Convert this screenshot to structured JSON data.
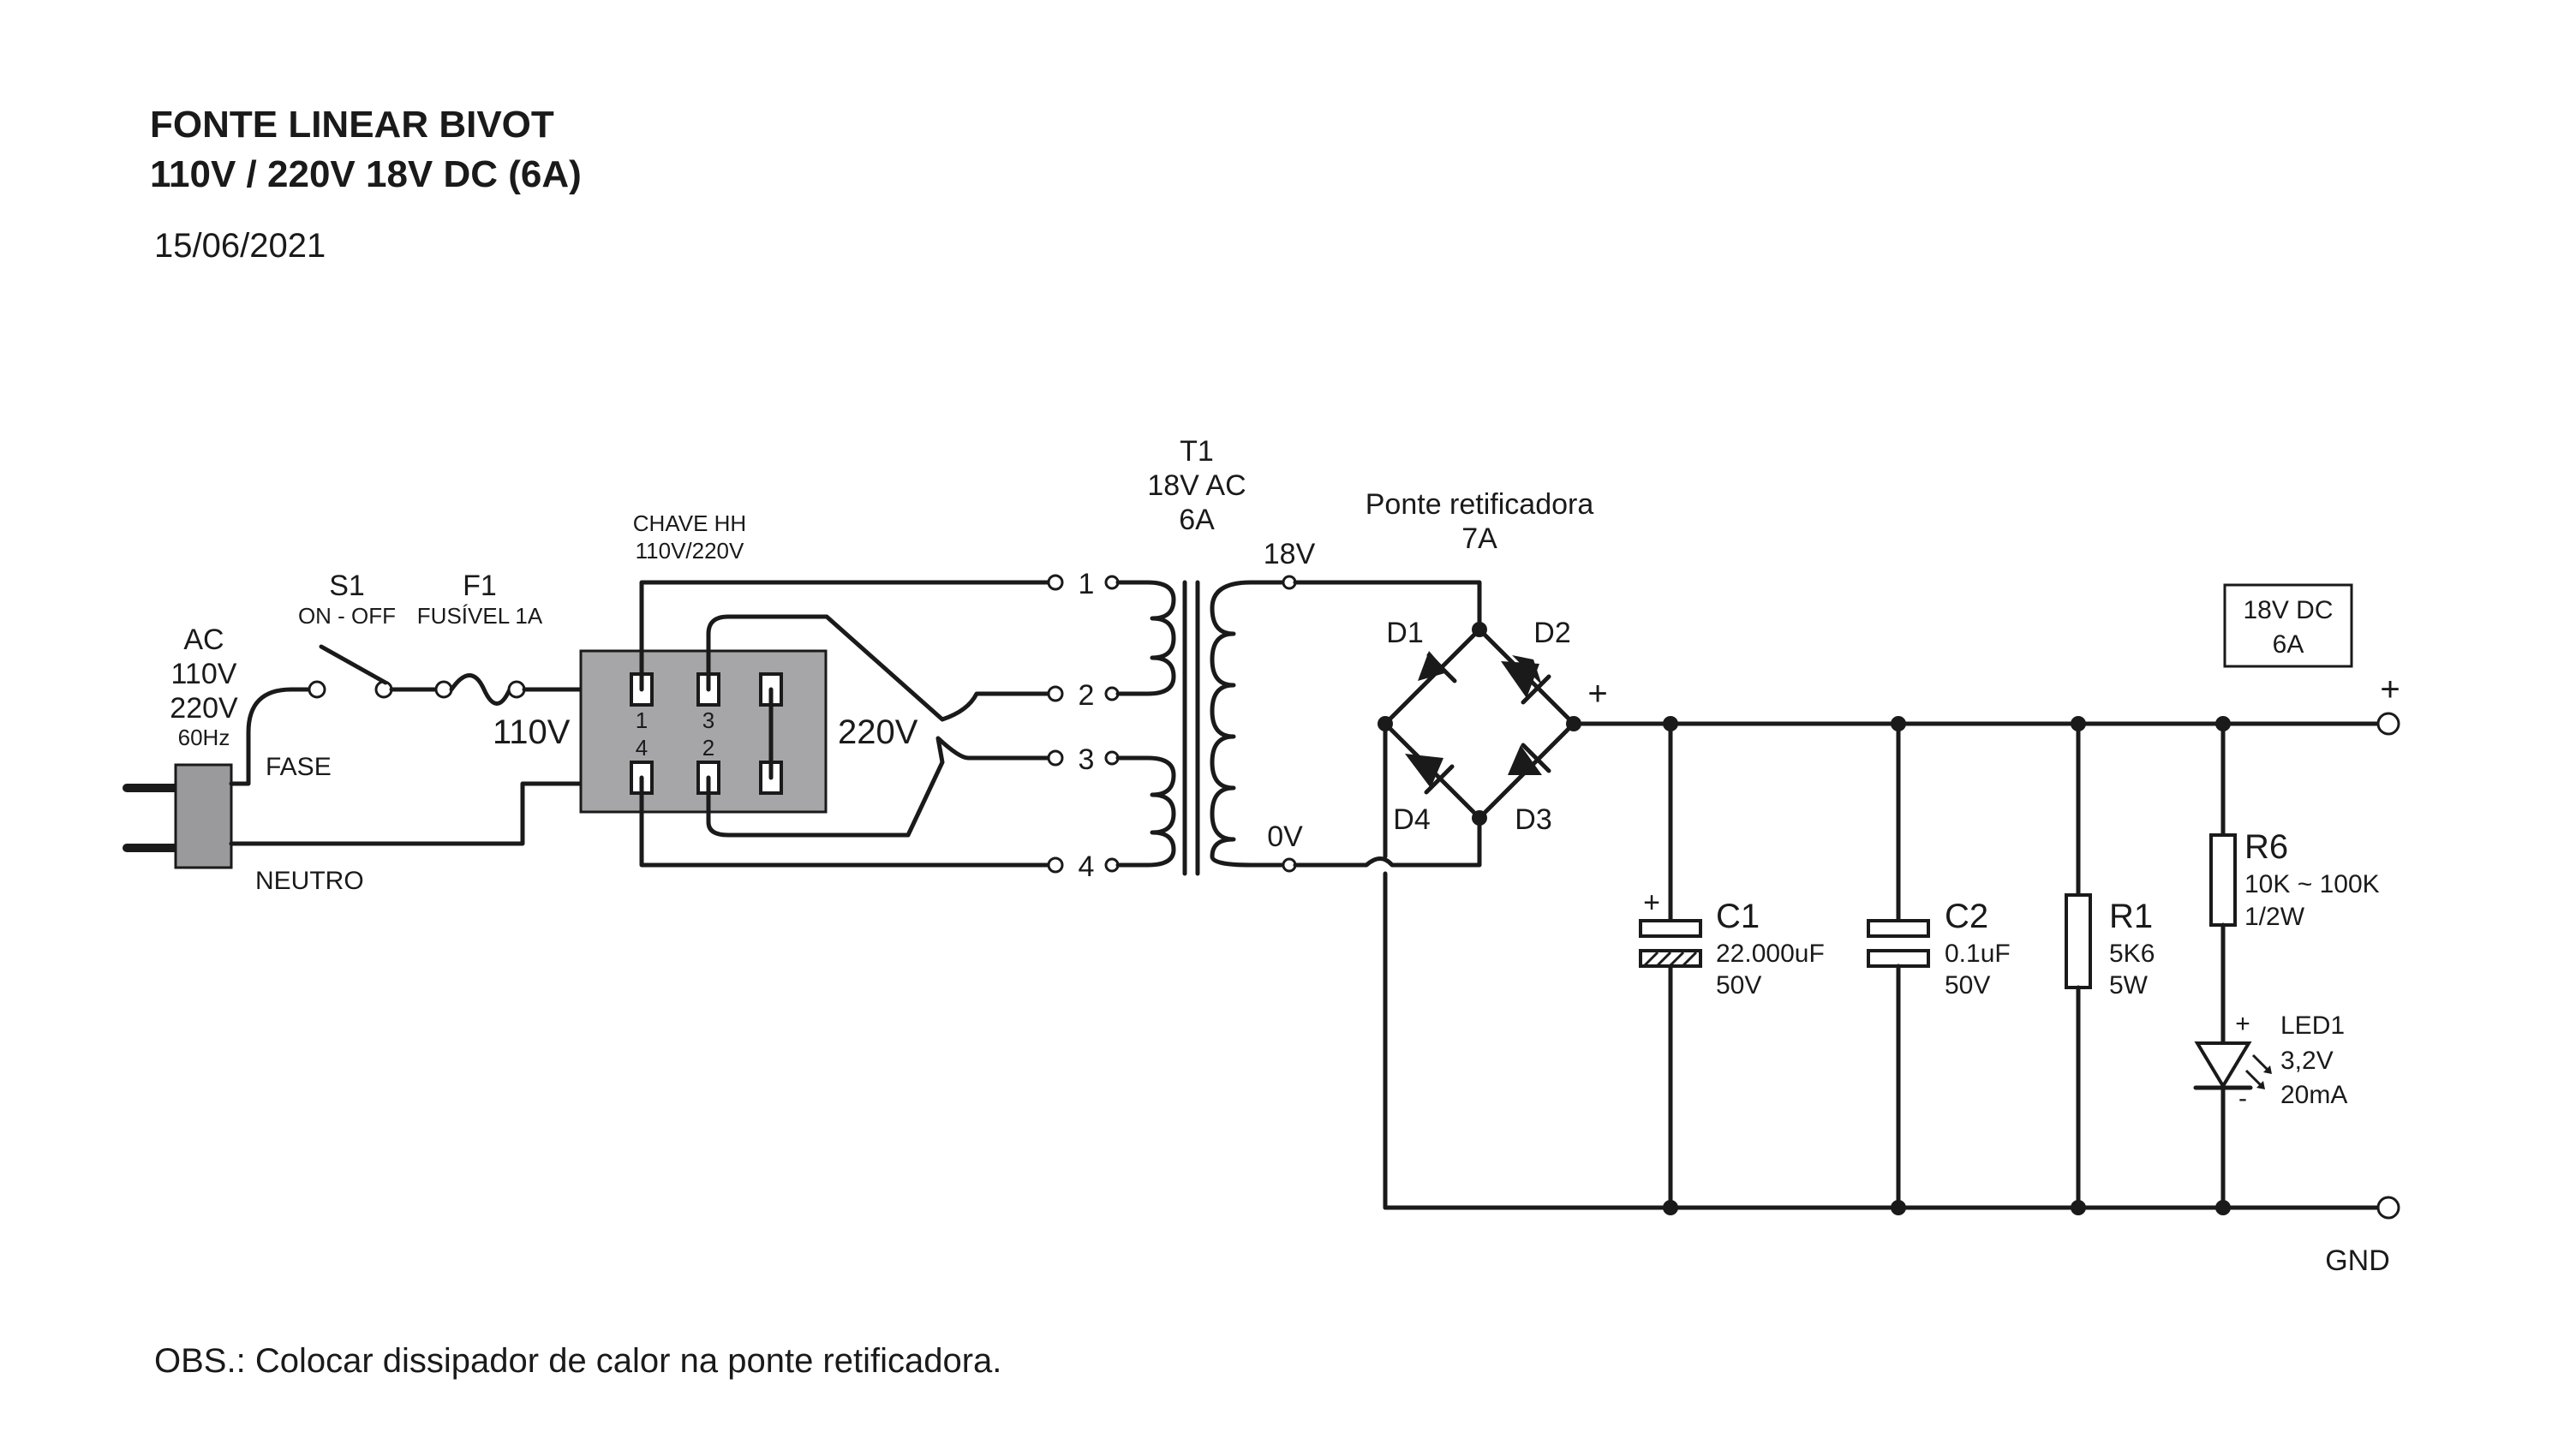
{
  "header": {
    "title_line1": "FONTE LINEAR BIVOT",
    "title_line2": "110V / 220V  18V DC (6A)",
    "date": "15/06/2021"
  },
  "input": {
    "ac_label": "AC",
    "v1": "110V",
    "v2": "220V",
    "freq": "60Hz",
    "fase": "FASE",
    "neutro": "NEUTRO"
  },
  "switch_s1": {
    "ref": "S1",
    "desc": "ON - OFF"
  },
  "fuse_f1": {
    "ref": "F1",
    "desc": "FUSÍVEL 1A"
  },
  "selector": {
    "title": "CHAVE   HH",
    "subtitle": "110V/220V",
    "label_110": "110V",
    "label_220": "220V",
    "pin1": "1",
    "pin2": "2",
    "pin3": "3",
    "pin4": "4"
  },
  "transformer": {
    "ref": "T1",
    "rating": "18V AC",
    "current": "6A",
    "pin1": "1",
    "pin2": "2",
    "pin3": "3",
    "pin4": "4",
    "sec_top": "18V",
    "sec_bottom": "0V"
  },
  "bridge": {
    "title": "Ponte retificadora",
    "rating": "7A",
    "d1": "D1",
    "d2": "D2",
    "d3": "D3",
    "d4": "D4",
    "plus": "+"
  },
  "c1": {
    "ref": "C1",
    "value": "22.000uF",
    "voltage": "50V",
    "plus": "+"
  },
  "c2": {
    "ref": "C2",
    "value": "0.1uF",
    "voltage": "50V"
  },
  "r1": {
    "ref": "R1",
    "value": "5K6",
    "power": "5W"
  },
  "r6": {
    "ref": "R6",
    "value": "10K ~ 100K",
    "power": "1/2W"
  },
  "led1": {
    "ref": "LED1",
    "voltage": "3,2V",
    "current": "20mA",
    "plus": "+",
    "minus": "-"
  },
  "output": {
    "rating_v": "18V DC",
    "rating_a": "6A",
    "plus": "+",
    "gnd": "GND"
  },
  "note": "OBS.: Colocar dissipador de calor na ponte retificadora.",
  "colors": {
    "ink": "#1a1a1a",
    "switch_body": "#a6a6a8",
    "plug_body": "#9a9a9c"
  }
}
